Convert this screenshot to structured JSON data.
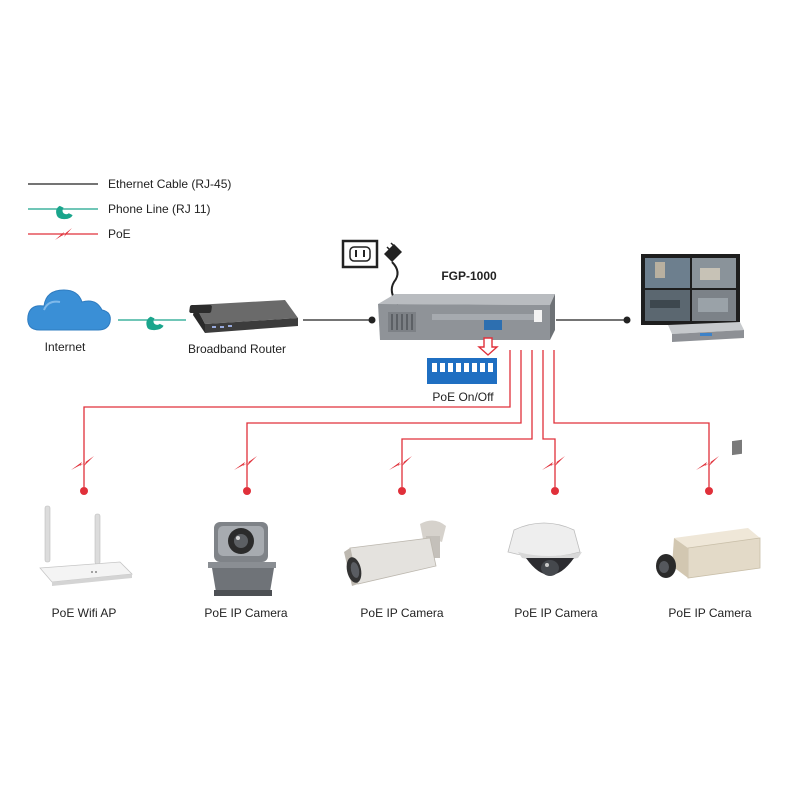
{
  "legend": {
    "ethernet": "Ethernet Cable (RJ-45)",
    "phone": "Phone Line (RJ 11)",
    "poe": "PoE"
  },
  "nodes": {
    "internet": "Internet",
    "router": "Broadband Router",
    "switch": "FGP-1000",
    "poe_switch": "PoE On/Off"
  },
  "devices": [
    {
      "label": "PoE Wifi AP",
      "icon": "wifi-ap-icon"
    },
    {
      "label": "PoE IP Camera",
      "icon": "ptz-camera-icon"
    },
    {
      "label": "PoE IP Camera",
      "icon": "bullet-camera-icon"
    },
    {
      "label": "PoE IP Camera",
      "icon": "dome-camera-icon"
    },
    {
      "label": "PoE IP Camera",
      "icon": "box-camera-icon"
    }
  ],
  "colors": {
    "ethernet": "#222222",
    "phone": "#1aa58c",
    "poe": "#e0303a",
    "cloud": "#3a8fd6"
  }
}
